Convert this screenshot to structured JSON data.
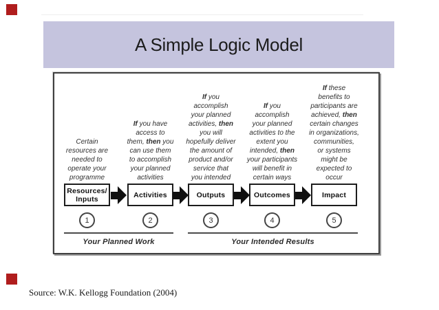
{
  "slide": {
    "title": "A Simple Logic Model",
    "source": "Source: W.K. Kellogg Foundation (2004)",
    "accent_color": "#c5c4de",
    "marker_color": "#b01d1d"
  },
  "diagram": {
    "columns": [
      {
        "number": "1",
        "box_lines": [
          "Resources/",
          "Inputs"
        ],
        "desc_lines": [
          "Certain",
          "resources are",
          "needed to",
          "operate your",
          "programme"
        ]
      },
      {
        "number": "2",
        "box_lines": [
          "Activities"
        ],
        "desc_lines": [
          "**If** you have",
          "access to",
          "them, **then** you",
          "can use them",
          "to accomplish",
          "your planned",
          "activities"
        ]
      },
      {
        "number": "3",
        "box_lines": [
          "Outputs"
        ],
        "desc_lines": [
          "**If** you",
          "accomplish",
          "your planned",
          "activities, **then**",
          "you will",
          "hopefully deliver",
          "the amount of",
          "product and/or",
          "service that",
          "you intended"
        ]
      },
      {
        "number": "4",
        "box_lines": [
          "Outcomes"
        ],
        "desc_lines": [
          "**If** you",
          "accomplish",
          "your planned",
          "activities to the",
          "extent you",
          "intended, **then**",
          "your participants",
          "will benefit in",
          "certain ways"
        ]
      },
      {
        "number": "5",
        "box_lines": [
          "Impact"
        ],
        "desc_lines": [
          "**If** these",
          "benefits to",
          "participants are",
          "achieved, **then**",
          "certain changes",
          "in organizations,",
          "communities,",
          "or systems",
          "might be",
          "expected to",
          "occur"
        ]
      }
    ],
    "brackets": [
      {
        "label": "Your Planned Work"
      },
      {
        "label": "Your Intended Results"
      }
    ]
  }
}
